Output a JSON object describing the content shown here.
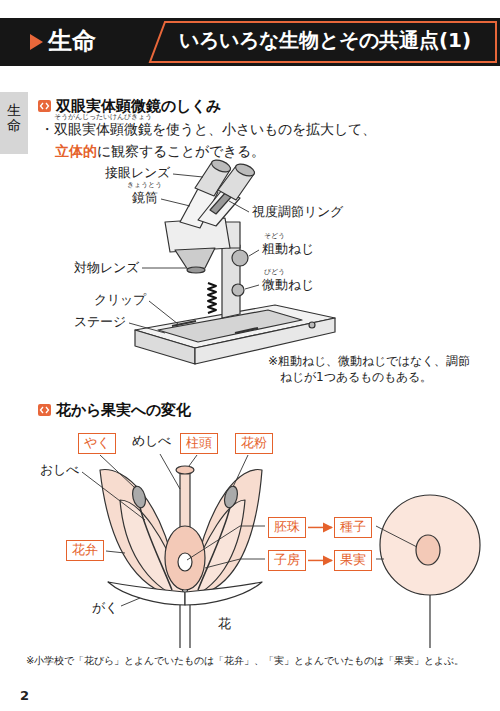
{
  "diagram": {
    "title": "いろいろな生物とその共通点(1)",
    "nodes": [
      {
        "text": [
          "やく"
        ]
      },
      {
        "text": [
          "柱頭"
        ]
      },
      {
        "text": [
          "花粉"
        ]
      },
      {
        "text": [
          "花弁"
        ]
      },
      {
        "text": [
          "胚珠"
        ]
      },
      {
        "text": [
          "種子"
        ]
      },
      {
        "text": [
          "子房"
        ]
      },
      {
        "text": [
          "果実"
        ]
      }
    ],
    "edges": [
      {
        "from": 4,
        "to": 5,
        "arrow": "to"
      },
      {
        "from": 6,
        "to": 7,
        "arrow": "to"
      }
    ],
    "labels": [
      "生命",
      "生命",
      "双眼実体顕微鏡のしくみ",
      "そうがんじったいけんびきょう",
      "・双眼実体顕微鏡を使うと、小さいものを拡大して、",
      "立体的",
      "に観察することができる。",
      "接眼レンズ",
      "きょうとう",
      "鏡筒",
      "視度調節リング",
      "そどう",
      "粗動ねじ",
      "びどう",
      "微動ねじ",
      "対物レンズ",
      "クリップ",
      "ステージ",
      "※粗動ねじ、微動ねじではなく、調節ねじが1つあるものもある。",
      "花から果実への変化",
      "めしべ",
      "おしべ",
      "がく",
      "花",
      "※小学校で「花びら」とよんでいたものは「花弁」、「実」とよんでいたものは「果実」とよぶ。",
      "2"
    ]
  }
}
